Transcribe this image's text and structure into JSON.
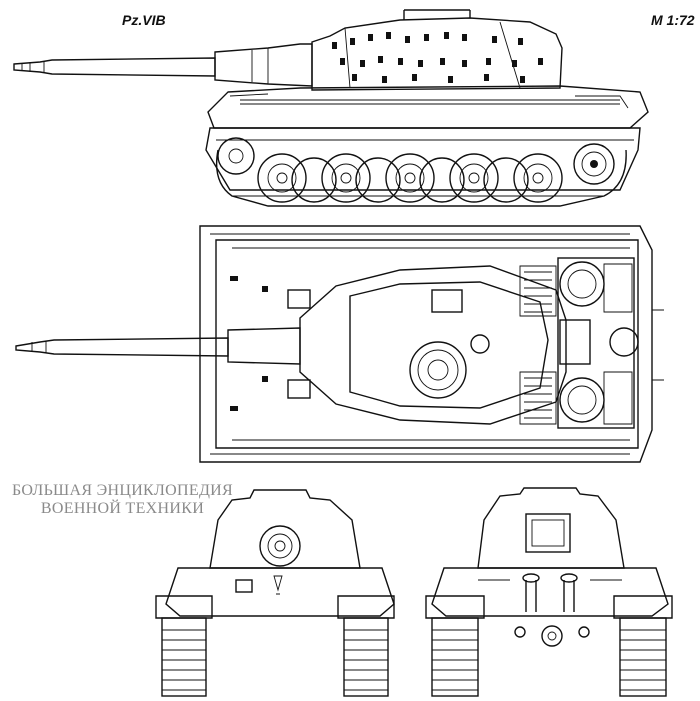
{
  "labels": {
    "title": "Pz.VIB",
    "scale": "M 1:72"
  },
  "watermark": {
    "line1": "БОЛЬШАЯ ЭНЦИКЛОПЕДИЯ",
    "line2": "ВОЕННОЙ ТЕХНИКИ"
  }
}
